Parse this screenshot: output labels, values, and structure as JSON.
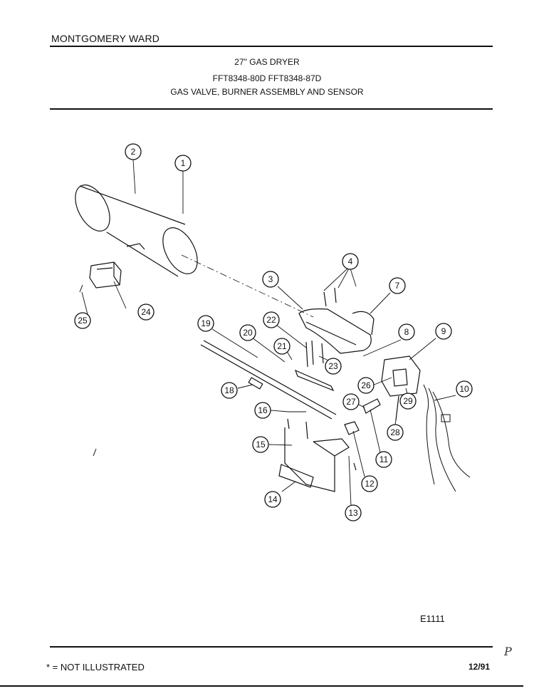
{
  "header": {
    "brand": "MONTGOMERY WARD",
    "title": "27\" GAS DRYER",
    "models": "FFT8348-80D  FFT8348-87D",
    "subtitle": "GAS VALVE, BURNER ASSEMBLY AND SENSOR"
  },
  "diagram": {
    "callouts": [
      "1",
      "2",
      "3",
      "4",
      "7",
      "8",
      "9",
      "10",
      "11",
      "12",
      "13",
      "14",
      "15",
      "16",
      "18",
      "19",
      "20",
      "21",
      "22",
      "23",
      "24",
      "25",
      "26",
      "27",
      "28",
      "29"
    ]
  },
  "footer": {
    "drawing_code": "E1111",
    "note": "* = NOT ILLUSTRATED",
    "date": "12/91",
    "mark": "P"
  }
}
